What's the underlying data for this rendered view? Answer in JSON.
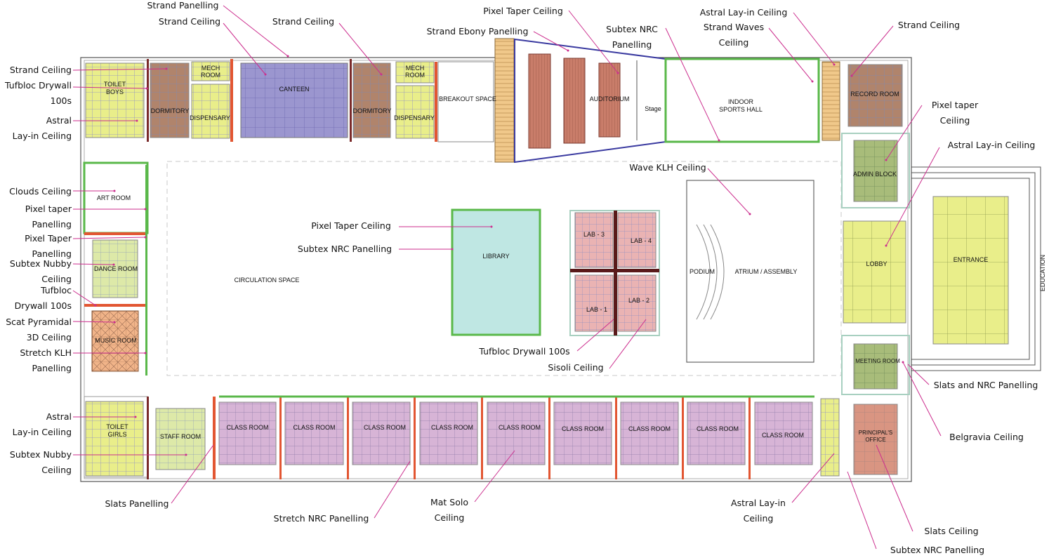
{
  "colors": {
    "pink_leader": "#cc2e8e",
    "yellow_fill": "#e9ee8a",
    "brown_fill": "#b0846c",
    "purple_fill": "#9b96cf",
    "pink_lab": "#eab3b3",
    "lilac_class": "#d7b4d6",
    "teal_library": "#bfe7e3",
    "green_wall": "#5ab84a",
    "red_wall": "#e25632",
    "olive_admin": "#a8bc7a",
    "terracotta_principal": "#d99582",
    "peach_music": "#f1b489",
    "green_light": "#dde9a8",
    "wood": "#f0c88a",
    "auditorium_seat": "#c97d6a",
    "chair_teal": "#98dcc4"
  },
  "rooms": {
    "toilet_boys": "TOILET\nBOYS",
    "dormitory_1": "DORMITORY",
    "mech_room_1": "MECH\nROOM",
    "dispensary_1": "DISPENSARY",
    "canteen": "CANTEEN",
    "dormitory_2": "DORMITORY",
    "mech_room_2": "MECH\nROOM",
    "dispensary_2": "DISPENSARY",
    "breakout_space": "BREAKOUT SPACE",
    "auditorium": "AUDITORIUM",
    "stage": "Stage",
    "indoor_sports_hall": "INDOOR\nSPORTS HALL",
    "record_room": "RECORD ROOM",
    "admin_block": "ADMIN BLOCK",
    "art_room": "ART ROOM",
    "dance_room": "DANCE ROOM",
    "music_room": "MUSIC ROOM",
    "circulation_space": "CIRCULATION SPACE",
    "library": "LIBRARY",
    "lab_3": "LAB - 3",
    "lab_4": "LAB - 4",
    "lab_1": "LAB - 1",
    "lab_2": "LAB - 2",
    "podium": "PODIUM",
    "atrium_assembly": "ATRIUM / ASSEMBLY",
    "lobby": "LOBBY",
    "entrance": "ENTRANCE",
    "education": "EDUCATION",
    "meeting_room": "MEETING ROOM",
    "toilet_girls": "TOILET\nGIRLS",
    "staff_room": "STAFF ROOM",
    "class_room": "CLASS ROOM",
    "principals_office": "PRINCIPAL'S\nOFFICE"
  },
  "callouts": {
    "strand_panelling_top": "Strand Panelling",
    "strand_ceiling_1": "Strand Ceiling",
    "strand_ceiling_2": "Strand Ceiling",
    "pixel_taper_ceiling_top": "Pixel Taper Ceiling",
    "strand_ebony_panelling": "Strand Ebony Panelling",
    "subtex_nrc_panelling_top": "Subtex NRC\nPanelling",
    "astral_layin_top": "Astral Lay-in Ceiling",
    "strand_waves_ceiling": "Strand Waves\nCeiling",
    "strand_ceiling_right": "Strand Ceiling",
    "strand_ceiling_left": "Strand Ceiling",
    "tufbloc_left_1": "Tufbloc Drywall\n100s",
    "astral_layin_left_1": "Astral\nLay-in Ceiling",
    "clouds_ceiling": "Clouds Ceiling",
    "pixel_taper_panelling_1": "Pixel taper\nPanelling",
    "pixel_taper_panelling_2": "Pixel Taper\nPanelling",
    "subtex_nubby_1": "Subtex Nubby\nCeiling",
    "tufbloc_left_2": "Tufbloc\nDrywall 100s",
    "scat_pyramidal": "Scat Pyramidal\n3D Ceiling",
    "stretch_klh_panelling": "Stretch KLH\nPanelling",
    "astral_layin_left_2": "Astral\nLay-in Ceiling",
    "subtex_nubby_2": "Subtex Nubby\nCeiling",
    "slats_panelling": "Slats Panelling",
    "stretch_nrc_panelling": "Stretch NRC Panelling",
    "mat_solo_ceiling": "Mat Solo\nCeiling",
    "astral_layin_bottom": "Astral Lay-in\nCeiling",
    "subtex_nrc_panelling_bottom": "Subtex NRC Panelling",
    "slats_ceiling": "Slats Ceiling",
    "belgravia_ceiling": "Belgravia Ceiling",
    "slats_nrc_panelling": "Slats and NRC Panelling",
    "astral_layin_right": "Astral Lay-in Ceiling",
    "pixel_taper_ceiling_right": "Pixel taper\nCeiling",
    "wave_klh_ceiling": "Wave KLH Ceiling",
    "pixel_taper_ceiling_library": "Pixel Taper Ceiling",
    "subtex_nrc_panelling_library": "Subtex NRC Panelling",
    "tufbloc_library": "Tufbloc Drywall 100s",
    "sisoli_ceiling": "Sisoli Ceiling"
  }
}
